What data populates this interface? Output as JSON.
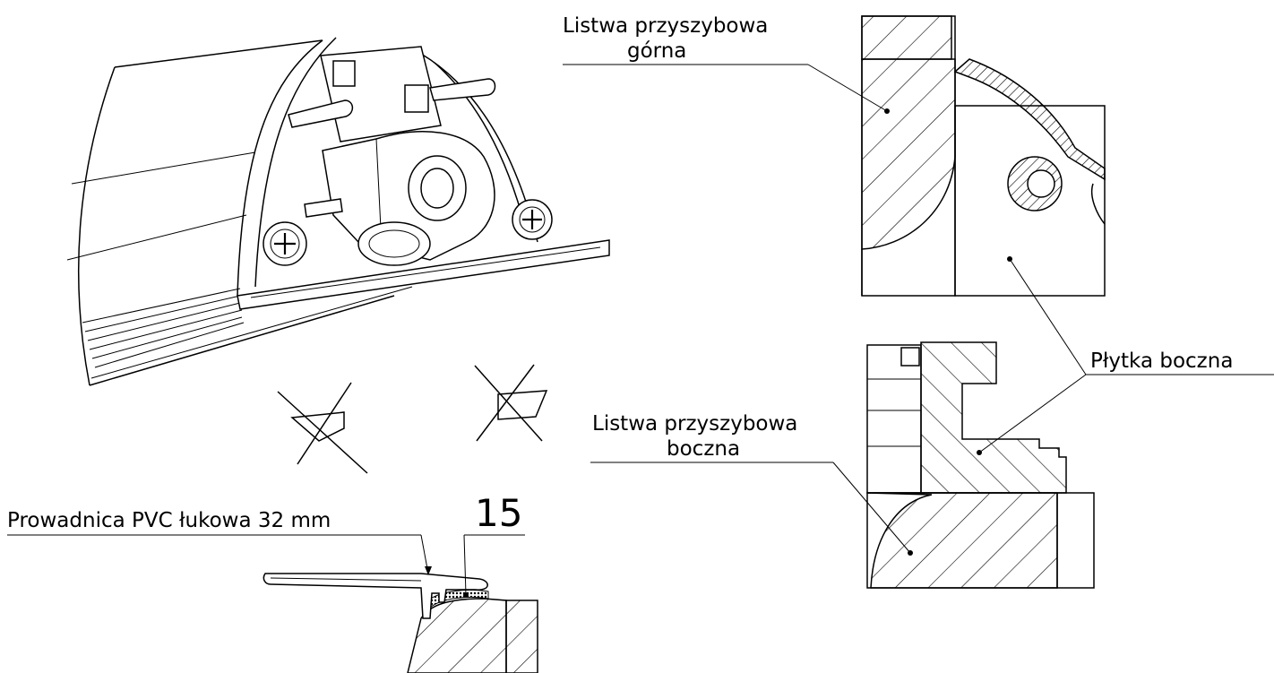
{
  "labels": {
    "top_bead": "Listwa przyszybowa\ngórna",
    "top_bead_line1": "Listwa przyszybowa",
    "top_bead_line2": "górna",
    "side_plate": "Płytka boczna",
    "side_bead_line1": "Listwa przyszybowa",
    "side_bead_line2": "boczna",
    "guide": "Prowadnica PVC łukowa 32 mm",
    "dimension": "15"
  },
  "icons": [
    "crossed-out-cut-icon",
    "crossed-out-cut-icon"
  ]
}
